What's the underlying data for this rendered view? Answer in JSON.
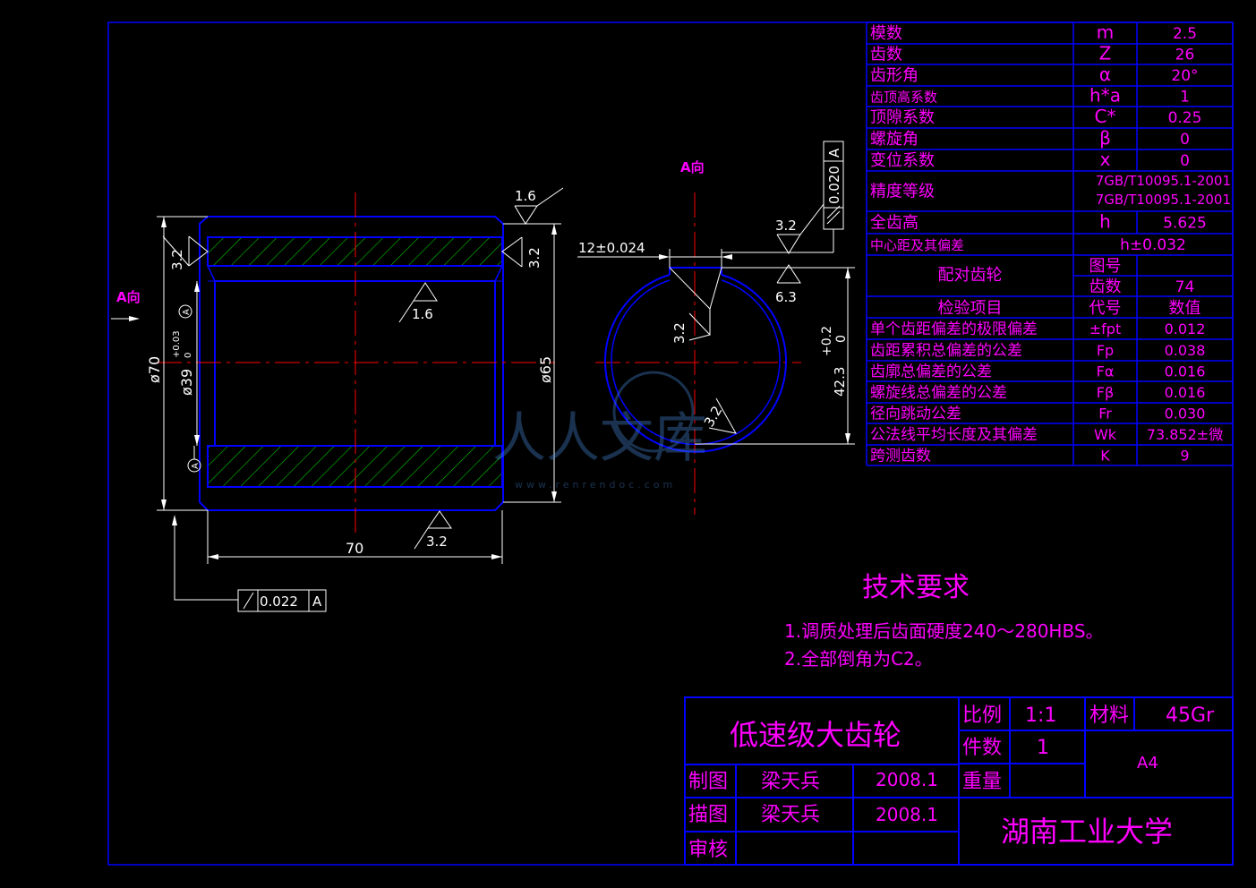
{
  "colors": {
    "background": "#000000",
    "frame": "#0000ff",
    "text_table": "#ff00ff",
    "dimension": "#ffffff",
    "center_line": "#ff0000",
    "hatch": "#00ff00"
  },
  "view_labels": {
    "arrow_view_left": "A向",
    "arrow_view_top": "A向"
  },
  "dimensions": {
    "outer_diameter": "ø70",
    "bore_diameter": "ø39",
    "bore_tol_upper": "+0.03",
    "bore_tol_lower": "0",
    "pitch_diameter": "ø65",
    "length": "70",
    "keyway_width": "12±0.024",
    "keyway_depth": "42.3",
    "keyway_tol_upper": "+0.2",
    "keyway_tol_lower": "0",
    "datum": "A"
  },
  "surface_finish": {
    "top_face": "1.6",
    "left_face": "3.2",
    "right_face": "3.2",
    "bore": "1.6",
    "bottom": "3.2",
    "keyway_top": "3.2",
    "keyway_bottom": "6.3",
    "keyway_side": "3.2",
    "circle_inner": "3.2"
  },
  "tolerance_frames": {
    "runout": {
      "value": "0.022",
      "datum": "A"
    },
    "parallel": {
      "value": "0.020",
      "datum": "A"
    }
  },
  "gear_params": [
    {
      "label": "模数",
      "symbol": "m",
      "value": "2.5"
    },
    {
      "label": "齿数",
      "symbol": "Z",
      "value": "26"
    },
    {
      "label": "齿形角",
      "symbol": "α",
      "value": "20°"
    },
    {
      "label": "齿顶高系数",
      "symbol": "h*a",
      "value": "1"
    },
    {
      "label": "顶隙系数",
      "symbol": "C*",
      "value": "0.25"
    },
    {
      "label": "螺旋角",
      "symbol": "β",
      "value": "0"
    },
    {
      "label": "变位系数",
      "symbol": "x",
      "value": "0"
    },
    {
      "label": "精度等级",
      "symbol": "",
      "value": "7GB/T10095.1-2001",
      "value2": "7GB/T10095.1-2001"
    },
    {
      "label": "全齿高",
      "symbol": "h",
      "value": "5.625"
    },
    {
      "label": "中心距及其偏差",
      "symbol": "",
      "value": "h±0.032"
    }
  ],
  "mating_gear": {
    "label": "配对齿轮",
    "rows": [
      {
        "name": "图号",
        "value": ""
      },
      {
        "name": "齿数",
        "value": "74"
      }
    ]
  },
  "inspection": {
    "header": {
      "label": "检验项目",
      "symbol": "代号",
      "value": "数值"
    },
    "rows": [
      {
        "label": "单个齿距偏差的极限偏差",
        "symbol": "±fpt",
        "value": "0.012"
      },
      {
        "label": "齿距累积总偏差的公差",
        "symbol": "Fp",
        "value": "0.038"
      },
      {
        "label": "齿廓总偏差的公差",
        "symbol": "Fα",
        "value": "0.016"
      },
      {
        "label": "螺旋线总偏差的公差",
        "symbol": "Fβ",
        "value": "0.016"
      },
      {
        "label": "径向跳动公差",
        "symbol": "Fr",
        "value": "0.030"
      },
      {
        "label": "公法线平均长度及其偏差",
        "symbol": "Wk",
        "value": "73.852±微"
      },
      {
        "label": "跨测齿数",
        "symbol": "K",
        "value": "9"
      }
    ]
  },
  "tech_requirements": {
    "title": "技术要求",
    "items": [
      "1.调质处理后齿面硬度240～280HBS。",
      "2.全部倒角为C2。"
    ]
  },
  "title_block": {
    "drawing_name": "低速级大齿轮",
    "scale_label": "比例",
    "scale_value": "1:1",
    "material_label": "材料",
    "material_value": "45Gr",
    "quantity_label": "件数",
    "quantity_value": "1",
    "sheet_size": "A4",
    "weight_label": "重量",
    "drawn_label": "制图",
    "drawn_name": "梁天兵",
    "drawn_date": "2008.1",
    "traced_label": "描图",
    "traced_name": "梁天兵",
    "traced_date": "2008.1",
    "checked_label": "审核",
    "organization": "湖南工业大学"
  },
  "watermark": {
    "text": "人人文库",
    "url": "www.renrendoc.com"
  }
}
